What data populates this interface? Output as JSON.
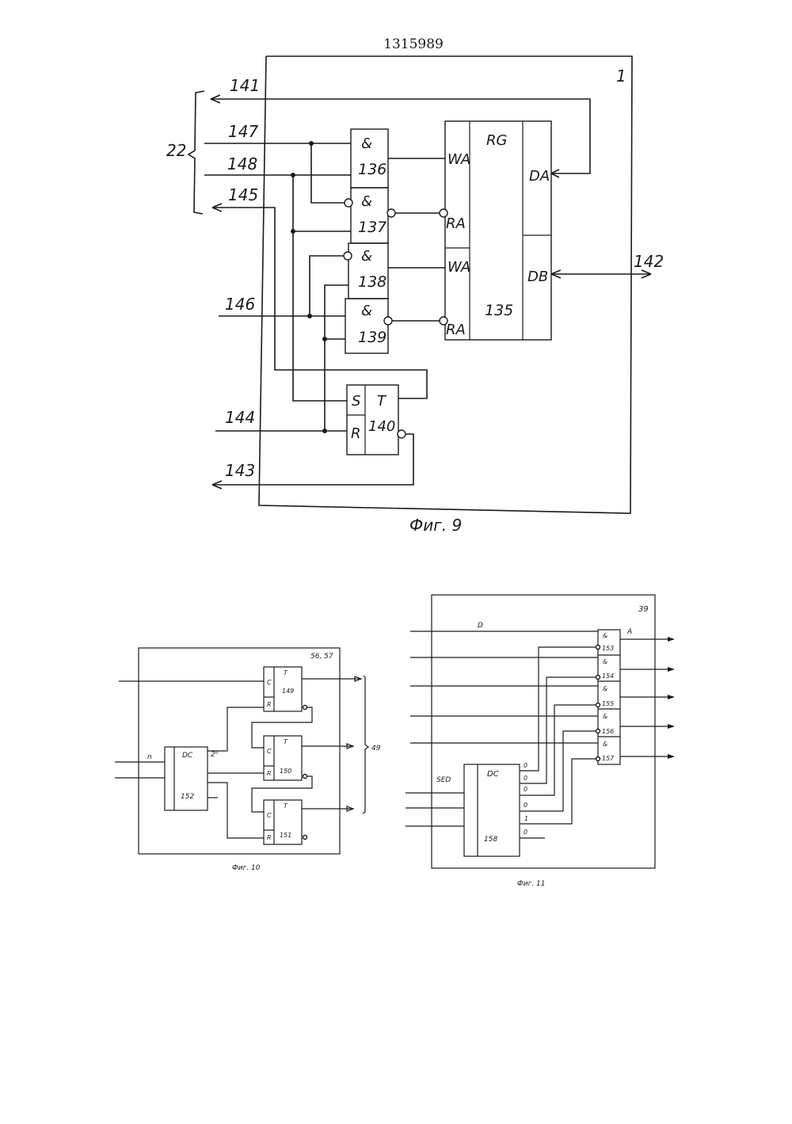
{
  "document": {
    "patent_number": "1315989"
  },
  "fig9": {
    "caption": "Фиг. 9",
    "block_number": "1",
    "bus_group_label": "22",
    "signals": {
      "s141": "141",
      "s142": "142",
      "s143": "143",
      "s144": "144",
      "s145": "145",
      "s146": "146",
      "s147": "147",
      "s148": "148"
    },
    "gates": [
      {
        "symbol": "&",
        "number": "136"
      },
      {
        "symbol": "&",
        "number": "137"
      },
      {
        "symbol": "&",
        "number": "138"
      },
      {
        "symbol": "&",
        "number": "139"
      }
    ],
    "register": {
      "type": "RG",
      "number": "135",
      "port_wa": "WA",
      "port_ra": "RA",
      "port_da": "DA",
      "port_db": "DB"
    },
    "trigger": {
      "type": "T",
      "number": "140",
      "set": "S",
      "reset": "R"
    }
  },
  "fig10": {
    "caption": "Фиг. 10",
    "block_numbers": "56, 57",
    "input_label": "n",
    "output_bus_label": "49",
    "decoder": {
      "type": "DC",
      "number": "152",
      "output_label": "2ⁿ"
    },
    "triggers": [
      {
        "type": "T",
        "number": "149",
        "clock": "C",
        "reset": "R"
      },
      {
        "type": "T",
        "number": "150",
        "clock": "C",
        "reset": "R"
      },
      {
        "type": "T",
        "number": "151",
        "clock": "C",
        "reset": "R"
      }
    ]
  },
  "fig11": {
    "caption": "Фиг. 11",
    "block_number": "39",
    "input_d": "D",
    "input_sed": "SED",
    "output_a": "A",
    "decoder": {
      "type": "DC",
      "number": "158",
      "outputs": [
        "0",
        "0",
        "0",
        "0",
        "1",
        "0"
      ]
    },
    "gates": [
      {
        "symbol": "&",
        "number": "153"
      },
      {
        "symbol": "&",
        "number": "154"
      },
      {
        "symbol": "&",
        "number": "155"
      },
      {
        "symbol": "&",
        "number": "156"
      },
      {
        "symbol": "&",
        "number": "157"
      }
    ]
  }
}
